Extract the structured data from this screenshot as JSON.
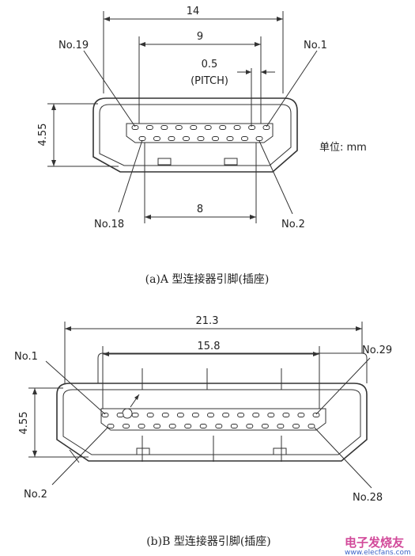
{
  "diagram_a": {
    "dim_overall": "14",
    "dim_inner": "9",
    "dim_pitch": "0.5",
    "pitch_label": "(PITCH)",
    "dim_height": "4.55",
    "dim_bottom": "8",
    "unit_label": "单位: mm",
    "pin_no19": "No.19",
    "pin_no1": "No.1",
    "pin_no18": "No.18",
    "pin_no2": "No.2",
    "caption": "(a)A 型连接器引脚(插座)"
  },
  "diagram_b": {
    "dim_overall": "21.3",
    "dim_inner": "15.8",
    "dim_height": "4.55",
    "pin_no1": "No.1",
    "pin_no29": "No.29",
    "pin_no2": "No.2",
    "pin_no28": "No.28",
    "caption": "(b)B 型连接器引脚(插座)"
  },
  "watermark": {
    "text": "电子发烧友",
    "url": "www.elecfans.com"
  }
}
